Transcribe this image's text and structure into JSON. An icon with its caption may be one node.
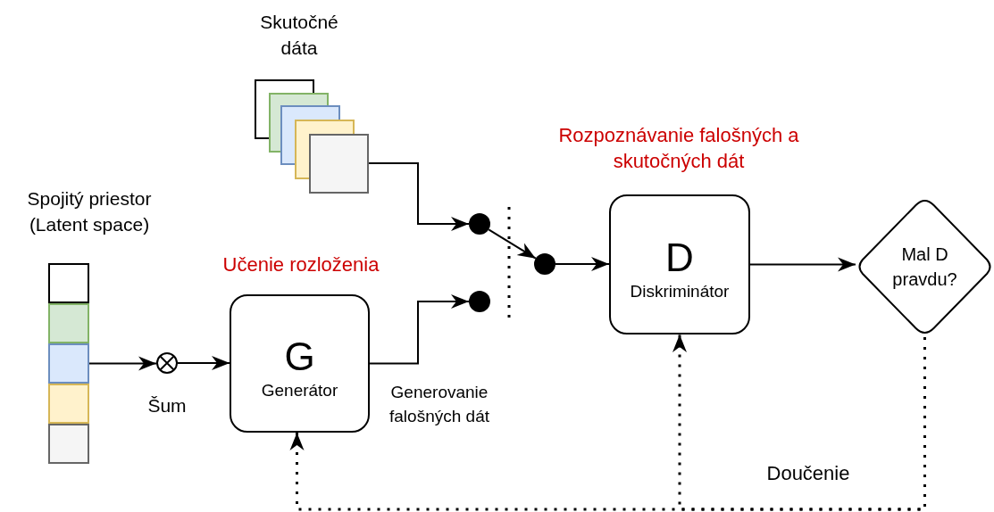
{
  "diagram": {
    "nodes": [
      {
        "text": [],
        "shape": "picture",
        "beside": [
          "Skutočné dáta"
        ]
      },
      {
        "text": [],
        "shape": "box",
        "beside": [
          "Spojitý priestor (Latent space)"
        ]
      },
      {
        "text": [],
        "shape": "box"
      },
      {
        "text": [],
        "shape": "box"
      },
      {
        "text": [],
        "shape": "box"
      },
      {
        "text": [],
        "shape": "box"
      },
      {
        "text": [],
        "shape": "circle",
        "beside": [
          "Šum"
        ]
      },
      {
        "text": [
          "G",
          "Generátor"
        ],
        "beside": [
          "Generovanie falošných dát"
        ]
      },
      {
        "text": [],
        "shape": "circle"
      },
      {
        "text": [],
        "shape": "circle"
      },
      {
        "text": [],
        "shape": "circle"
      },
      {
        "text": [
          "D",
          "Diskriminátor"
        ]
      },
      {
        "text": [
          "Mal D pravdu?"
        ]
      }
    ],
    "edges": [
      {
        "from": 0,
        "to": 8,
        "arrow": "to"
      },
      {
        "from": 7,
        "to": 9,
        "arrow": "to"
      },
      {
        "from": 3,
        "to": 6,
        "arrow": "to"
      },
      {
        "from": 6,
        "to": 7,
        "arrow": "to"
      },
      {
        "from": 8,
        "to": 10,
        "arrow": "to"
      },
      {
        "from": 10,
        "to": 11,
        "arrow": "to"
      },
      {
        "from": 11,
        "to": 12,
        "arrow": "to"
      },
      {
        "from": 12,
        "to": 7,
        "arrow": "to",
        "style": "dashed"
      },
      {
        "from": 12,
        "to": 11,
        "arrow": "to",
        "style": "dashed"
      }
    ],
    "labels": [
      "Učenie rozloženia",
      "Rozpoznávanie falošných a skutočných dát",
      "Doučenie"
    ]
  }
}
